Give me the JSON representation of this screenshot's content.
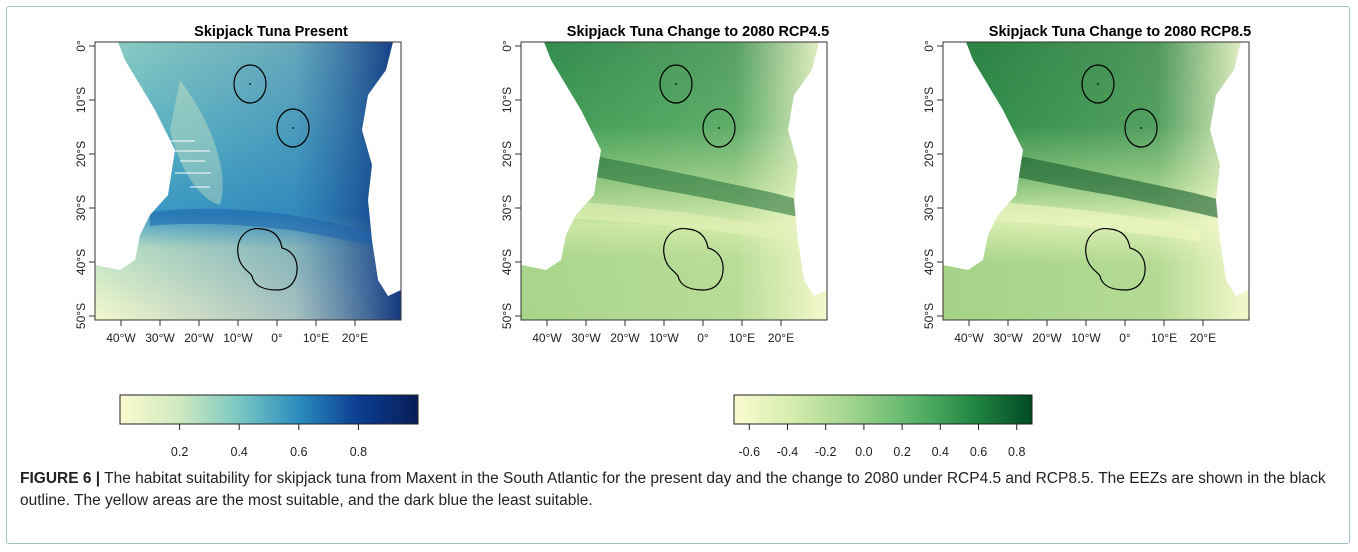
{
  "panels": [
    {
      "title": "Skipjack Tuna Present",
      "scale": "blue",
      "y_ticks": [
        "0°",
        "10°S",
        "20°S",
        "30°S",
        "40°S",
        "50°S"
      ],
      "x_ticks": [
        "40°W",
        "30°W",
        "20°W",
        "10°W",
        "0°",
        "10°E",
        "20°E"
      ]
    },
    {
      "title": "Skipjack Tuna Change to 2080 RCP4.5",
      "scale": "green",
      "y_ticks": [
        "0°",
        "10°S",
        "20°S",
        "30°S",
        "40°S",
        "50°S"
      ],
      "x_ticks": [
        "40°W",
        "30°W",
        "20°W",
        "10°W",
        "0°",
        "10°E",
        "20°E"
      ]
    },
    {
      "title": "Skipjack Tuna Change to 2080 RCP8.5",
      "scale": "green",
      "y_ticks": [
        "0°",
        "10°S",
        "20°S",
        "30°S",
        "40°S",
        "50°S"
      ],
      "x_ticks": [
        "40°W",
        "30°W",
        "20°W",
        "10°W",
        "0°",
        "10°E",
        "20°E"
      ]
    }
  ],
  "colorbars": [
    {
      "name": "present-suitability",
      "ticks": [
        "0.2",
        "0.4",
        "0.6",
        "0.8"
      ],
      "tick_values": [
        0.2,
        0.4,
        0.6,
        0.8
      ],
      "range": [
        0.0,
        1.0
      ],
      "colors": [
        "#fbfbd0",
        "#cfe9bf",
        "#79c7c2",
        "#2b8cbe",
        "#0c3d91",
        "#081d58"
      ]
    },
    {
      "name": "change-suitability",
      "ticks": [
        "-0.6",
        "-0.4",
        "-0.2",
        "0.0",
        "0.2",
        "0.4",
        "0.6",
        "0.8"
      ],
      "tick_values": [
        -0.6,
        -0.4,
        -0.2,
        0.0,
        0.2,
        0.4,
        0.6,
        0.8
      ],
      "range": [
        -0.68,
        0.88
      ],
      "colors": [
        "#fbfbd0",
        "#d4ecad",
        "#9fd38d",
        "#5cb56b",
        "#238843",
        "#004a23"
      ]
    }
  ],
  "caption": {
    "label": "FIGURE 6 |",
    "text": " The habitat suitability for skipjack tuna from Maxent in the South Atlantic for the present day and the change to 2080 under RCP4.5 and RCP8.5. The EEZs are shown in the black outline. The yellow areas are the most suitable, and the dark blue the least suitable."
  },
  "colors": {
    "land": "#ffffff",
    "outline": "#000000",
    "frame": "#9fc4c6"
  }
}
